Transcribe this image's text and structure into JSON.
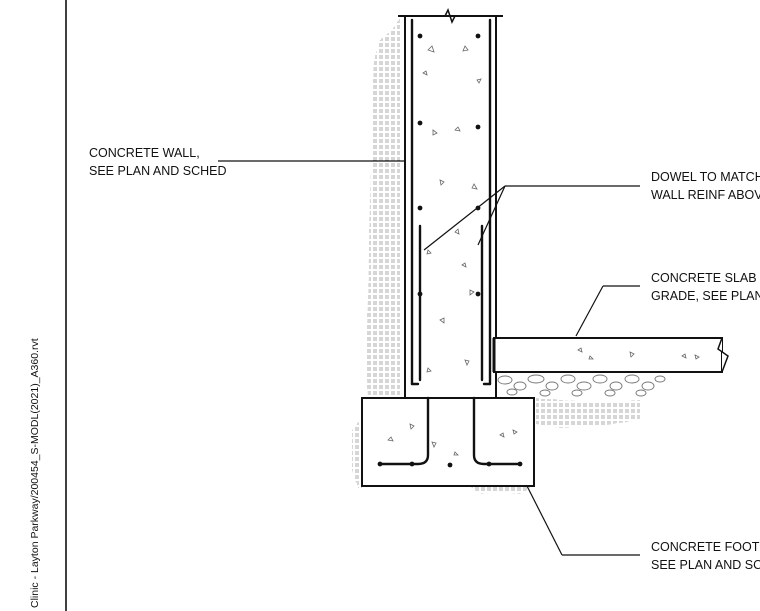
{
  "file_path": "Clinic - Layton Parkway/200454_S-MODL(2021)_A360.rvt",
  "callouts": {
    "concrete_wall": [
      "CONCRETE WALL,",
      "SEE PLAN AND SCHED"
    ],
    "dowel": [
      "DOWEL TO MATCH VER",
      "WALL REINF ABOVE"
    ],
    "slab": [
      "CONCRETE SLAB ON",
      "GRADE, SEE PLAN"
    ],
    "footing": [
      "CONCRETE FOOTING,",
      "SEE PLAN AND SCHED"
    ]
  },
  "colors": {
    "line": "#111111",
    "hatch": "#8a8a8a",
    "background": "#ffffff"
  }
}
